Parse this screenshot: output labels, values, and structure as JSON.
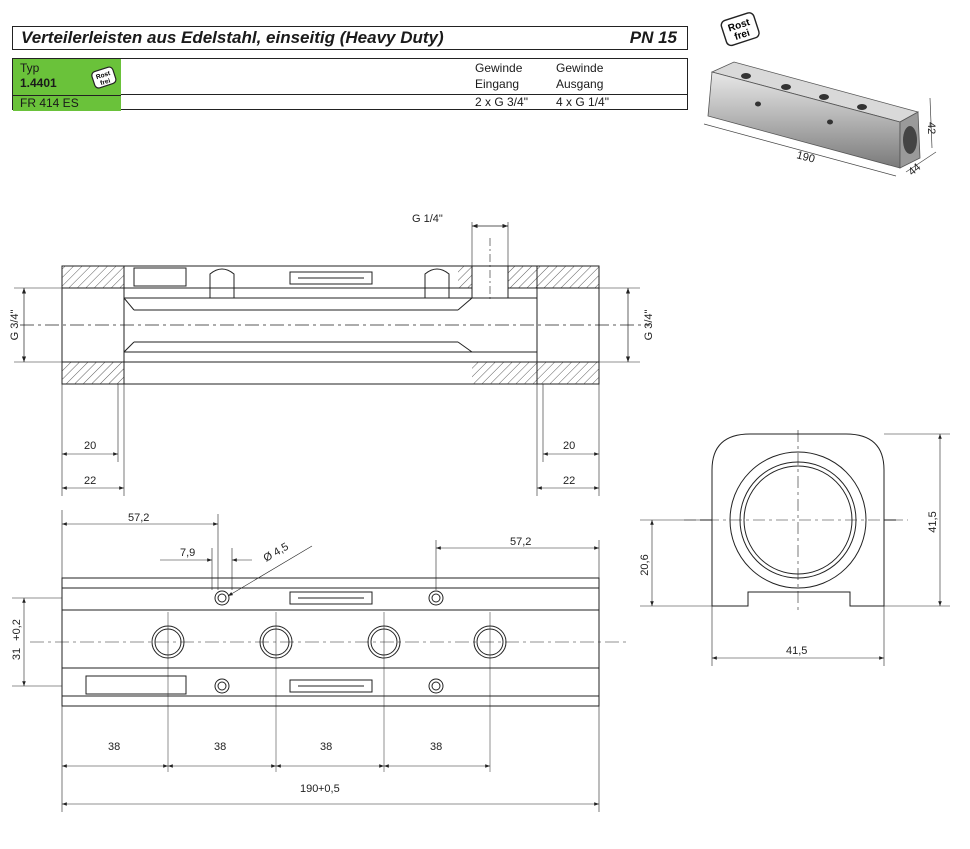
{
  "header": {
    "title": "Verteilerleisten aus Edelstahl, einseitig (Heavy Duty)",
    "pressure": "PN 15"
  },
  "spec": {
    "type_label": "Typ",
    "type_value": "1.4401",
    "article_code": "FR 414 ES",
    "badge_text": [
      "Rost",
      "frei"
    ],
    "columns": [
      {
        "header_line1": "Gewinde",
        "header_line2": "Eingang",
        "value": "2 x G 3/4\""
      },
      {
        "header_line1": "Gewinde",
        "header_line2": "Ausgang",
        "value": "4 x G 1/4\""
      }
    ]
  },
  "product_image": {
    "badge_text": [
      "Rost",
      "frei"
    ],
    "dims": {
      "length": "190",
      "height": "42",
      "depth": "44"
    }
  },
  "drawing": {
    "labels": {
      "thread_top": "G 1/4\"",
      "thread_left": "G 3/4\"",
      "thread_right": "G 3/4\"",
      "dim_20_left": "20",
      "dim_22_left": "22",
      "dim_20_right": "20",
      "dim_22_right": "22",
      "dim_57_left": "57,2",
      "dim_57_right": "57,2",
      "dim_79": "7,9",
      "dim_dia": "Ø 4,5",
      "dim_31": "31",
      "dim_31_tol": "+0,2",
      "dim_38_a": "38",
      "dim_38_b": "38",
      "dim_38_c": "38",
      "dim_38_d": "38",
      "dim_190": "190",
      "dim_190_tol": "+0,5",
      "dim_41_5_w": "41,5",
      "dim_41_5_h": "41,5",
      "dim_20_6": "20,6"
    }
  }
}
